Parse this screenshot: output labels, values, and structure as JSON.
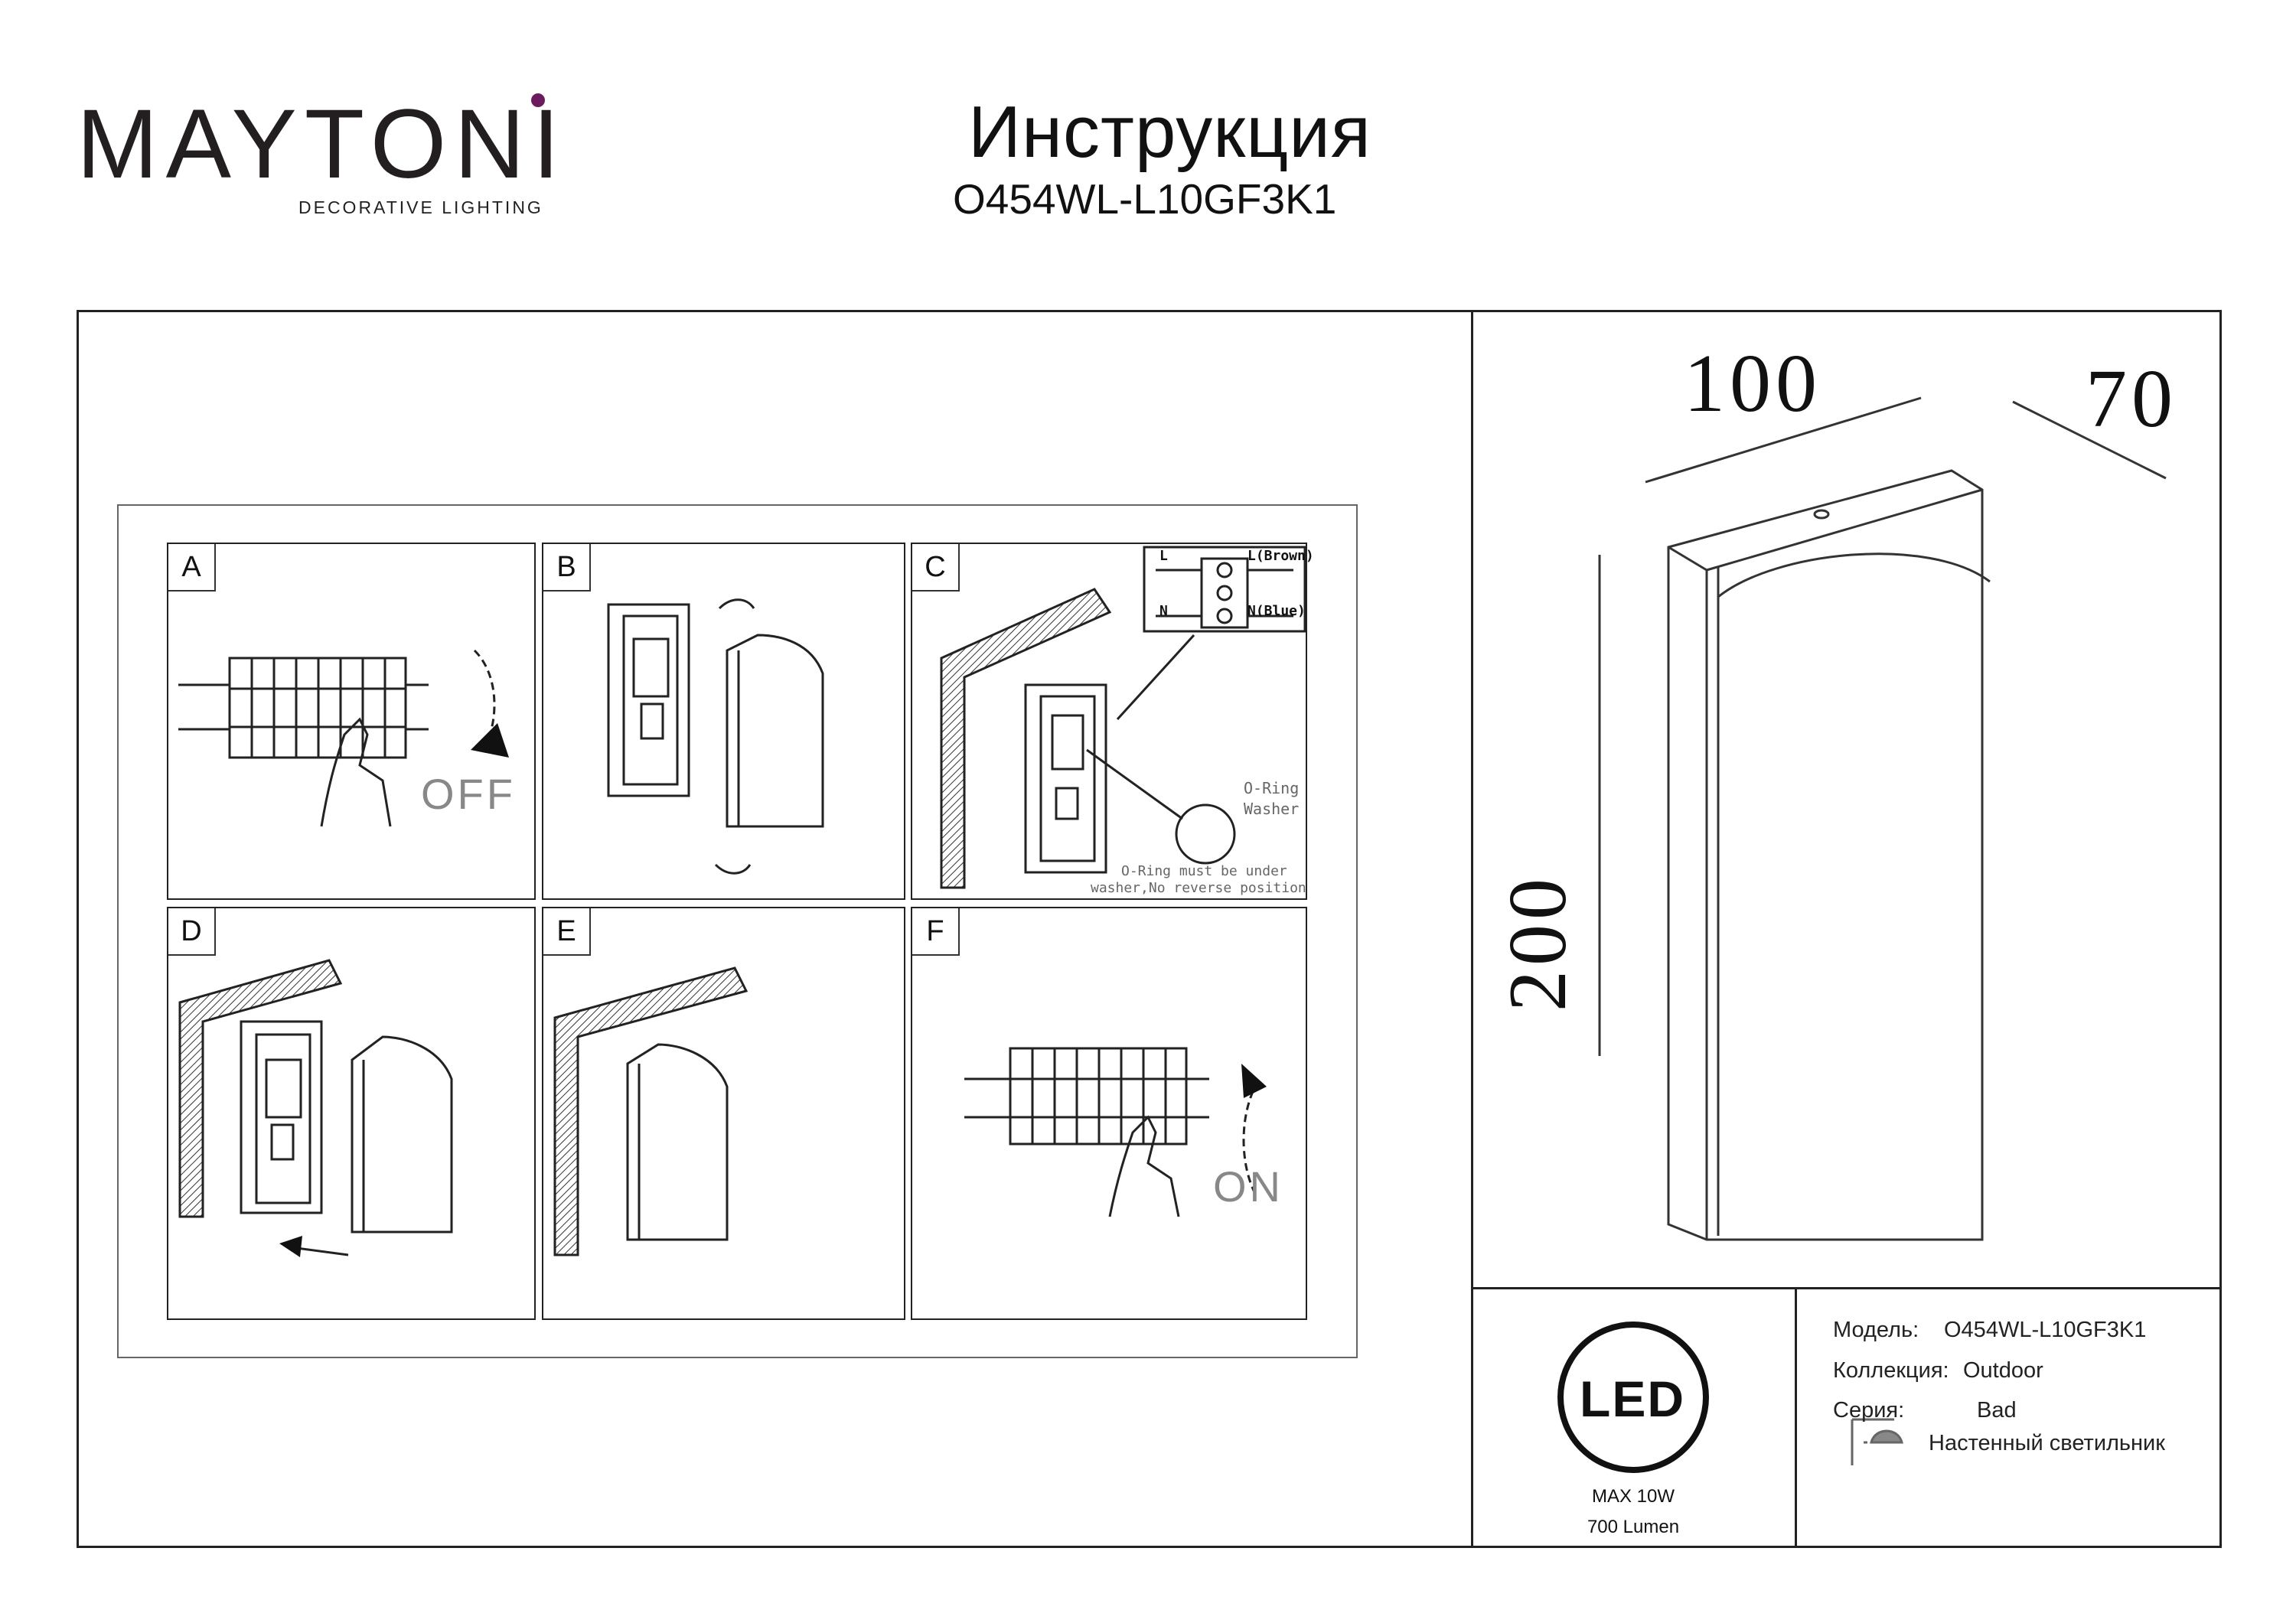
{
  "brand": {
    "name": "MAYTONI",
    "tagline": "DECORATIVE LIGHTING",
    "accent_color": "#6b1c5f"
  },
  "header": {
    "title": "Инструкция",
    "model_code": "O454WL-L10GF3K1"
  },
  "steps": [
    {
      "letter": "A",
      "label": "OFF"
    },
    {
      "letter": "B"
    },
    {
      "letter": "C",
      "wiring": {
        "l": "L",
        "l_brown": "L(Brown)",
        "n": "N",
        "n_blue": "N(Blue)"
      },
      "oring_label": "O-Ring",
      "washer_label": "Washer",
      "note_line1": "O-Ring must be under",
      "note_line2": "washer,No reverse position"
    },
    {
      "letter": "D"
    },
    {
      "letter": "E"
    },
    {
      "letter": "F",
      "label": "ON"
    }
  ],
  "dimensions": {
    "width": "100",
    "depth": "70",
    "height": "200"
  },
  "led_badge": {
    "text": "LED",
    "power": "MAX 10W",
    "lumen": "700 Lumen"
  },
  "specs": {
    "model_label": "Модель:",
    "model_value": "O454WL-L10GF3K1",
    "collection_label": "Коллекция:",
    "collection_value": "Outdoor",
    "series_label": "Серия:",
    "series_value": "Bad",
    "type_value": "Настенный светильник",
    "icon": "wall-lamp-icon"
  }
}
